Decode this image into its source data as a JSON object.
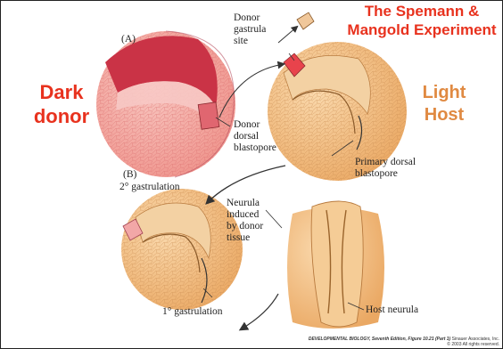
{
  "title": {
    "line1": "The Spemann &",
    "line2": "Mangold Experiment"
  },
  "panel_labels": {
    "a": "(A)",
    "b": "(B)"
  },
  "dark_donor": {
    "line1": "Dark",
    "line2": "donor"
  },
  "light_host": {
    "line1": "Light",
    "line2": "Host"
  },
  "labels": {
    "donor_gastrula_site": [
      "Donor",
      "gastrula",
      "site"
    ],
    "donor_dorsal_blastopore": [
      "Donor",
      "dorsal",
      "blastopore"
    ],
    "primary_dorsal_blastopore": [
      "Primary dorsal",
      "blastopore"
    ],
    "secondary_gastrulation": "2° gastrulation",
    "neurula_induced": [
      "Neurula",
      "induced",
      "by donor",
      "tissue"
    ],
    "primary_gastrulation": "1° gastrulation",
    "host_neurula": "Host neurula"
  },
  "credit": {
    "book": "DEVELOPMENTAL BIOLOGY, Seventh Edition, Figure 10.21 (Part 1)",
    "publisher": "Sinauer Associates, Inc.",
    "rights": "© 2003 All rights reserved."
  },
  "colors": {
    "title_red": "#e8321e",
    "host_tan": "#e08a42",
    "donor_pink": "#f08a8a",
    "embryo_tan": "#f0bc7e"
  }
}
